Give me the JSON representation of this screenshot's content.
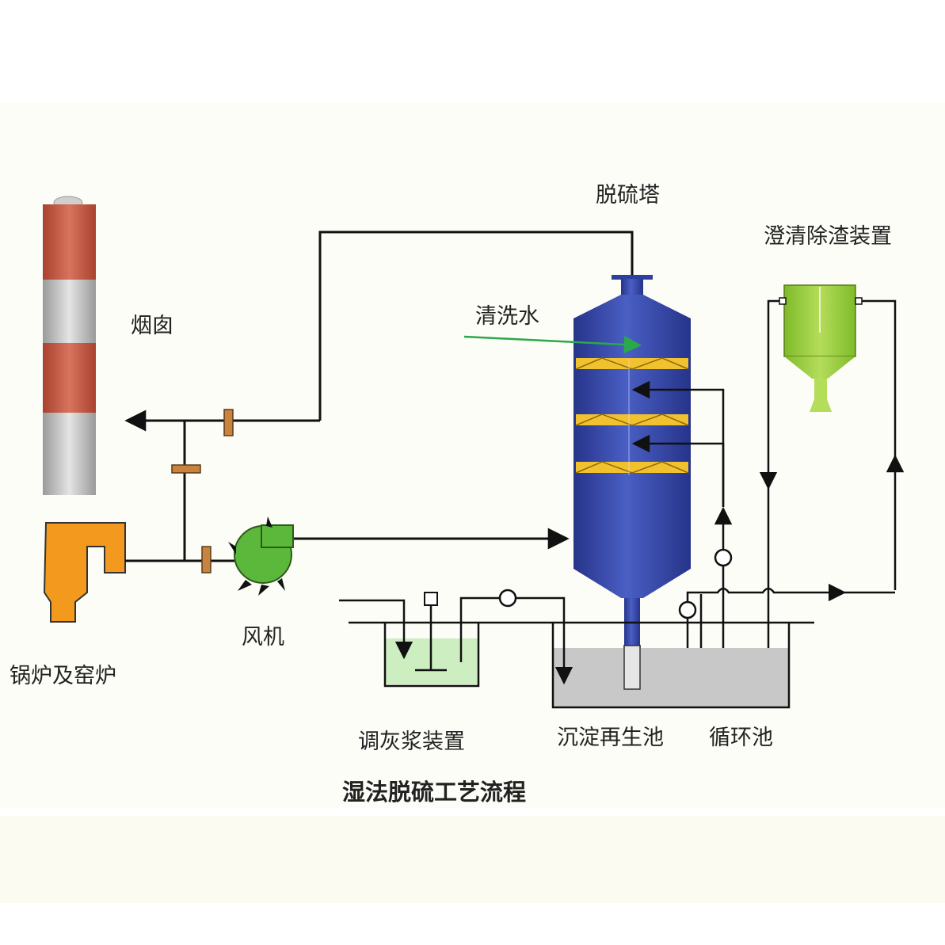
{
  "title": "湿法脱硫工艺流程",
  "labels": {
    "chimney": "烟囱",
    "boiler": "锅炉及窑炉",
    "fan": "风机",
    "tower": "脱硫塔",
    "wash_water": "清洗水",
    "clarifier": "澄清除渣装置",
    "lime_slurry": "调灰浆装置",
    "sedimentation": "沉淀再生池",
    "circulation": "循环池"
  },
  "colors": {
    "chimney_red": "#c0523f",
    "chimney_gray": "#b8b8b8",
    "boiler_orange": "#f39a1e",
    "fan_green": "#5cb83a",
    "tower_blue": "#2e3f9e",
    "tray_yellow": "#f2c12e",
    "clarifier_green": "#9bcf3c",
    "slurry_green": "#cdeec0",
    "pool_gray": "#c8c8c8",
    "wash_arrow": "#2aa84a"
  },
  "icons": [
    "valve-icon",
    "pump-icon",
    "agitator-icon",
    "flow-arrow-icon"
  ]
}
